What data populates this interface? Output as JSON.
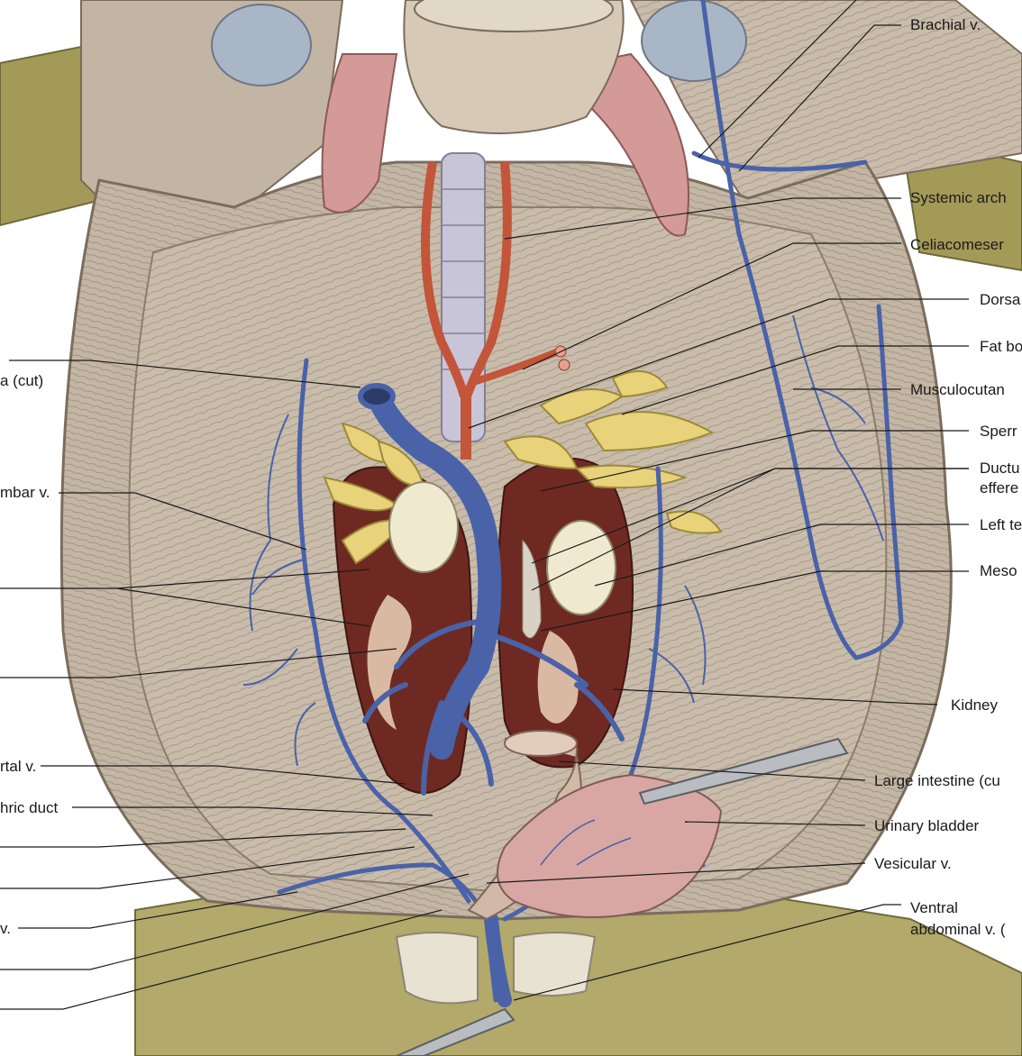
{
  "labels_right": {
    "brachial": "Brachial v.",
    "systemic": "Systemic arch",
    "celiaco": "Celiacomeser",
    "dorsal": "Dorsa",
    "fatbody": "Fat bo",
    "musculo": "Musculocutan",
    "sperm": "Sperr",
    "ductus_1": "Ductu",
    "ductus_2": "effere",
    "lefttestis": "Left te",
    "meso": "Meso",
    "kidney": "Kidney",
    "largeint": "Large intestine (cu",
    "bladder": "Urinary bladder",
    "vesicular": "Vesicular v.",
    "ventral_1": "Ventral",
    "ventral_2": "abdominal v. ("
  },
  "labels_left": {
    "vena": "a (cut)",
    "lumbar": "mbar v.",
    "portal": "rtal v.",
    "nephric": "hric duct",
    "v": "v."
  },
  "colors": {
    "vein": "#4a62a8",
    "artery": "#c2553a",
    "kidney": "#6e2a22",
    "fat_body": "#e8d27a",
    "testis": "#efe9cf",
    "body_wall": "#c8b9a8",
    "skin": "#a49a58",
    "bladder": "#d9a7a3",
    "lung": "#d49a98"
  }
}
